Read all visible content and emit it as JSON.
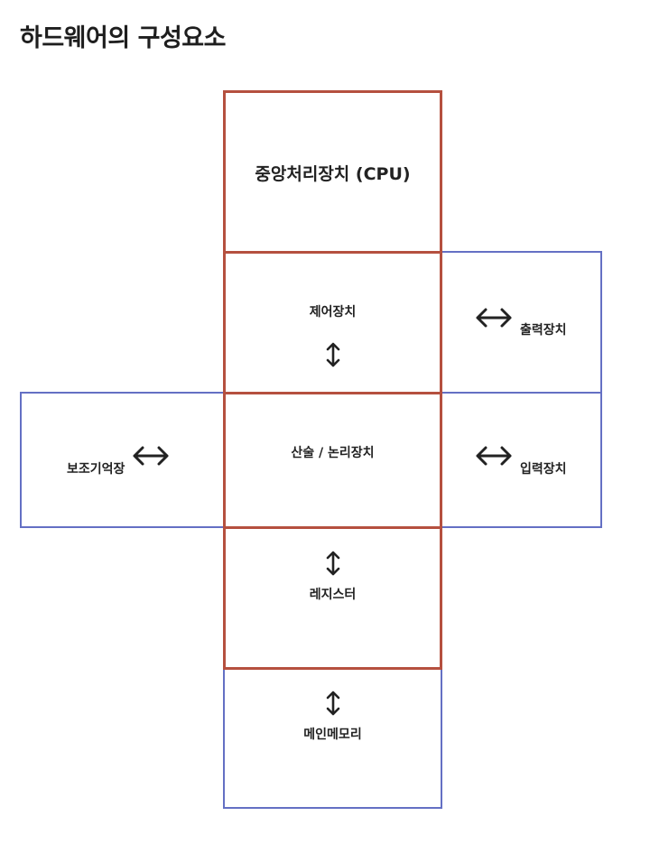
{
  "title": "하드웨어의 구성요소",
  "diagram": {
    "cpu_label": "중앙처리장치 (CPU)",
    "control_unit_label": "제어장치",
    "alu_label": "산술 / 논리장치",
    "register_label": "레지스터",
    "main_memory_label": "메인메모리",
    "output_device_label": "출력장치",
    "input_device_label": "입력장치",
    "secondary_storage_label": "보조기억장",
    "colors": {
      "cpu_border": "#b5503f",
      "peripheral_border": "#6470c4",
      "text": "#222222"
    },
    "icons": [
      "double-arrow-vertical-icon",
      "double-arrow-horizontal-icon"
    ]
  }
}
